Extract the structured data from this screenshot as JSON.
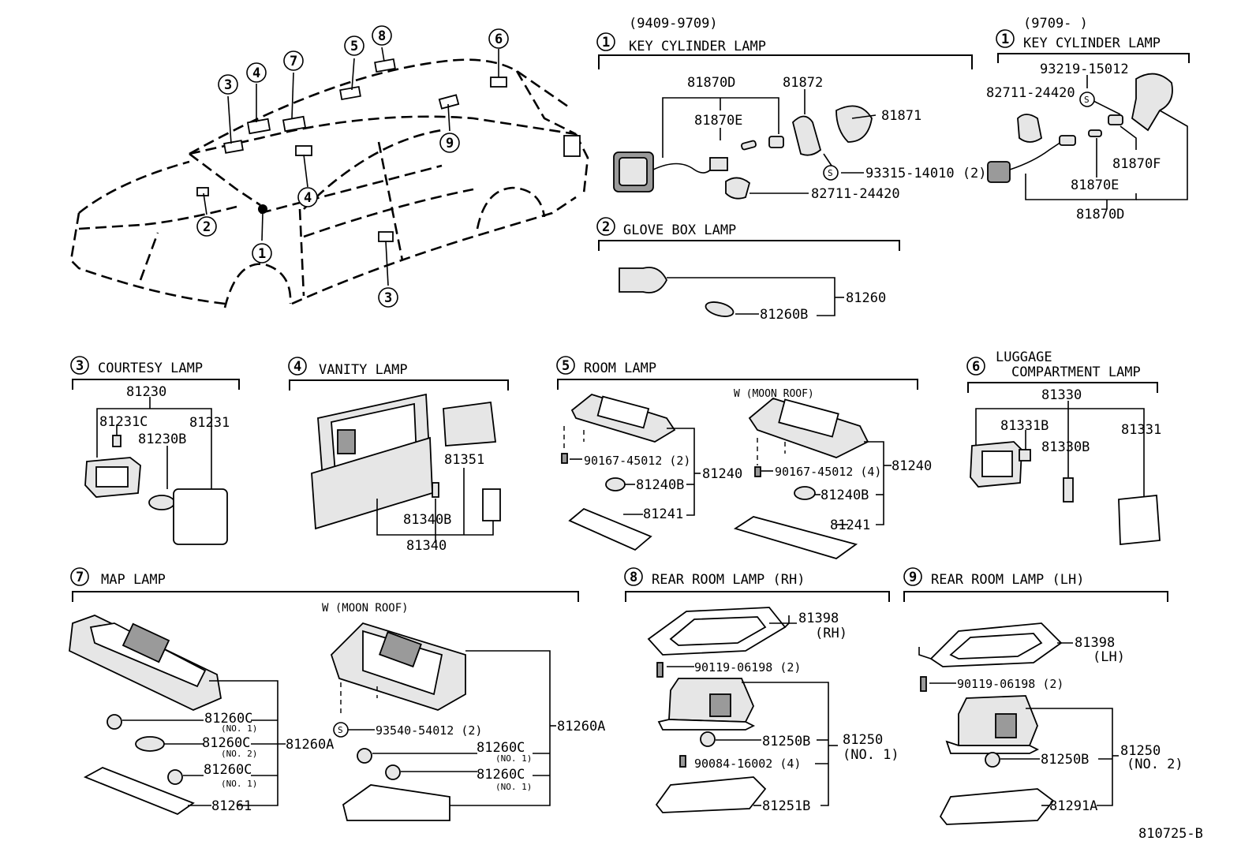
{
  "diagram_code": "810725-B",
  "car": {
    "callouts": [
      "3",
      "4",
      "7",
      "5",
      "8",
      "6",
      "2",
      "1",
      "4",
      "9",
      "3"
    ]
  },
  "key_cyl_a": {
    "period": "(9409-9709)",
    "num": "1",
    "title": "KEY CYLINDER LAMP",
    "parts": {
      "p1": "81870D",
      "p2": "81872",
      "p3": "81870E",
      "p4": "81871",
      "p5": "93315-14010 (2)",
      "p6": "82711-24420"
    }
  },
  "key_cyl_b": {
    "period": "(9709-      )",
    "num": "1",
    "title": "KEY CYLINDER LAMP",
    "parts": {
      "p1": "93219-15012",
      "p2": "82711-24420",
      "p3": "81870F",
      "p4": "81870E",
      "p5": "81870D"
    }
  },
  "glove": {
    "num": "2",
    "title": "GLOVE BOX LAMP",
    "parts": {
      "p1": "81260",
      "p2": "81260B"
    }
  },
  "courtesy": {
    "num": "3",
    "title": "COURTESY LAMP",
    "parts": {
      "p1": "81230",
      "p2": "81231C",
      "p3": "81230B",
      "p4": "81231"
    }
  },
  "vanity": {
    "num": "4",
    "title": "VANITY LAMP",
    "parts": {
      "p1": "81351",
      "p2": "81340B",
      "p3": "81340"
    }
  },
  "room": {
    "num": "5",
    "title": "ROOM LAMP",
    "variant": "W (MOON ROOF)",
    "parts": {
      "a1": "90167-45012 (2)",
      "a2": "81240",
      "a3": "81240B",
      "a4": "81241",
      "b1": "90167-45012 (4)",
      "b2": "81240",
      "b3": "81240B",
      "b4": "81241"
    }
  },
  "luggage": {
    "num": "6",
    "title_line1": "LUGGAGE",
    "title_line2": "COMPARTMENT LAMP",
    "parts": {
      "p1": "81330",
      "p2": "81331B",
      "p3": "81330B",
      "p4": "81331"
    }
  },
  "map": {
    "num": "7",
    "title": "MAP LAMP",
    "variant": "W (MOON ROOF)",
    "parts": {
      "a1": "81260C",
      "a1n": "(NO. 1)",
      "a2": "81260C",
      "a2n": "(NO. 2)",
      "a3": "81260C",
      "a3n": "(NO. 1)",
      "a4": "81261",
      "a5": "81260A",
      "b1": "93540-54012 (2)",
      "b2": "81260C",
      "b2n": "(NO. 1)",
      "b3": "81260C",
      "b3n": "(NO. 1)",
      "b4": "81260A"
    }
  },
  "rear_rh": {
    "num": "8",
    "title": "REAR ROOM LAMP (RH)",
    "parts": {
      "p1": "81398",
      "p1s": "(RH)",
      "p2": "90119-06198 (2)",
      "p3": "81250B",
      "p4": "81250",
      "p4s": "(NO. 1)",
      "p5": "90084-16002 (4)",
      "p6": "81251B"
    }
  },
  "rear_lh": {
    "num": "9",
    "title": "REAR ROOM LAMP (LH)",
    "parts": {
      "p1": "81398",
      "p1s": "(LH)",
      "p2": "90119-06198 (2)",
      "p3": "81250B",
      "p4": "81250",
      "p4s": "(NO. 2)",
      "p5": "81291A"
    }
  },
  "screw_mark": "S"
}
